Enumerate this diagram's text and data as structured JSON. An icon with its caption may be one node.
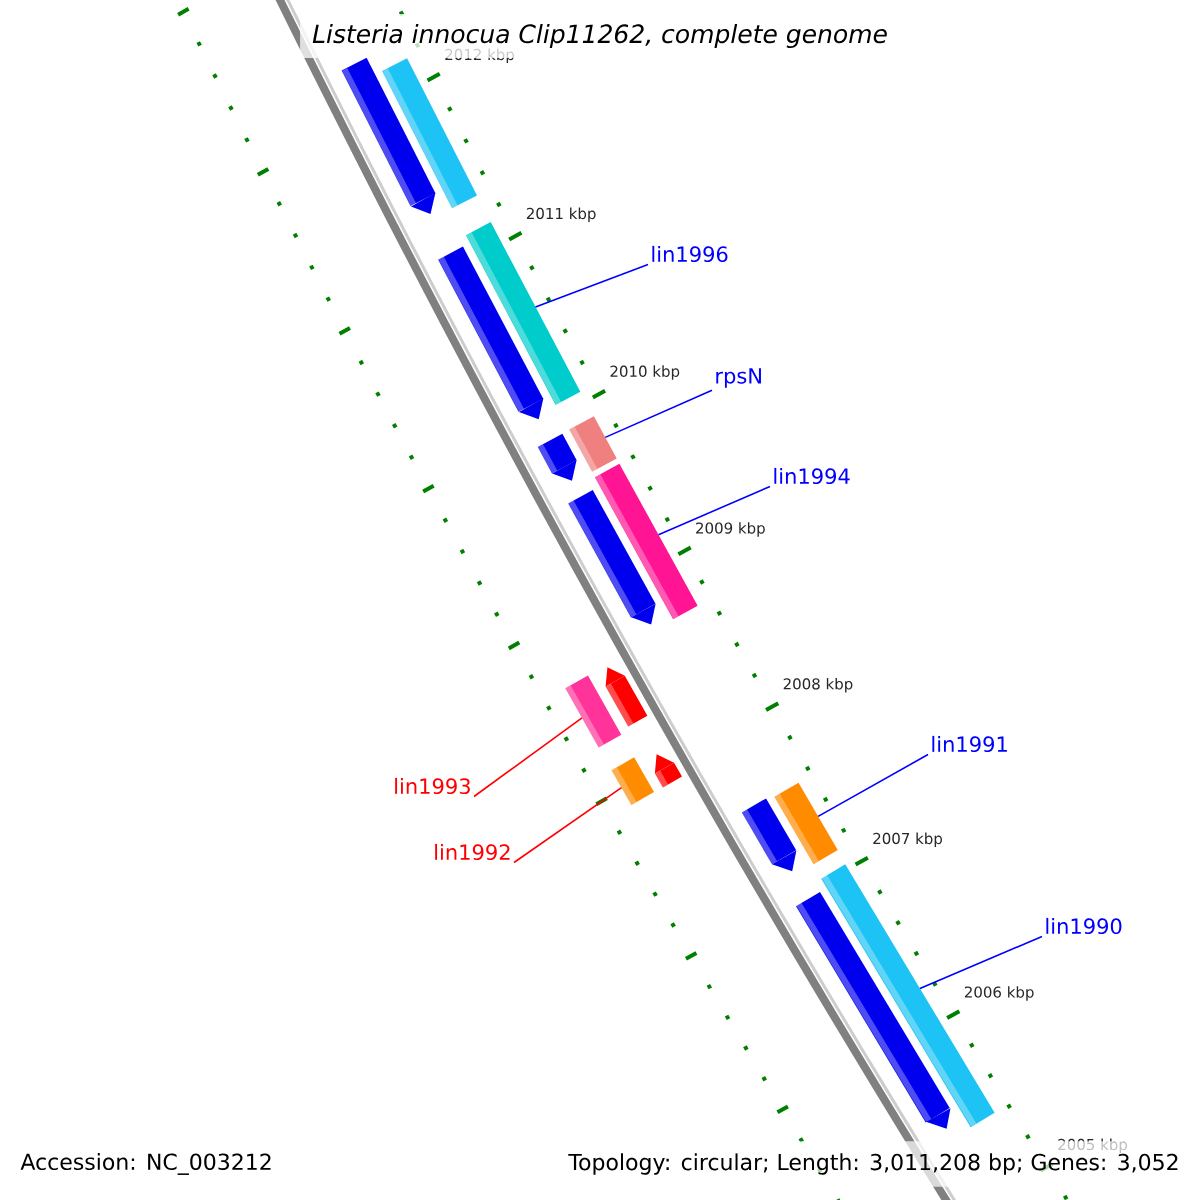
{
  "diagram": {
    "title": "Listeria innocua Clip11262, complete genome",
    "nodes": [
      {
        "text": [
          "lin1996"
        ]
      },
      {
        "text": [],
        "shape": "bar"
      },
      {
        "text": [
          "rpsN"
        ]
      },
      {
        "text": [],
        "shape": "bar"
      },
      {
        "text": [
          "lin1994"
        ]
      },
      {
        "text": [],
        "shape": "bar"
      },
      {
        "text": [
          "lin1993"
        ]
      },
      {
        "text": [],
        "shape": "bar"
      },
      {
        "text": [
          "lin1992"
        ]
      },
      {
        "text": [],
        "shape": "bar"
      },
      {
        "text": [
          "lin1991"
        ]
      },
      {
        "text": [],
        "shape": "bar"
      },
      {
        "text": [
          "lin1990"
        ]
      },
      {
        "text": [],
        "shape": "bar"
      }
    ],
    "edges": [
      {
        "from": 0,
        "to": 1,
        "arrow": "none"
      },
      {
        "from": 2,
        "to": 3,
        "arrow": "none"
      },
      {
        "from": 4,
        "to": 5,
        "arrow": "none"
      },
      {
        "from": 6,
        "to": 7,
        "arrow": "none",
        "color": "#ff0000"
      },
      {
        "from": 8,
        "to": 9,
        "arrow": "none",
        "color": "#ff0000"
      },
      {
        "from": 10,
        "to": 11,
        "arrow": "none"
      },
      {
        "from": 12,
        "to": 13,
        "arrow": "none"
      }
    ],
    "labels": [
      "2012 kbp",
      "2011 kbp",
      "2010 kbp",
      "2009 kbp",
      "2008 kbp",
      "2007 kbp",
      "2006 kbp",
      "2005 kbp",
      "Accession: NC_003212",
      "Topology: circular; Length: 3,011,208 bp; Genes: 3,052"
    ]
  }
}
